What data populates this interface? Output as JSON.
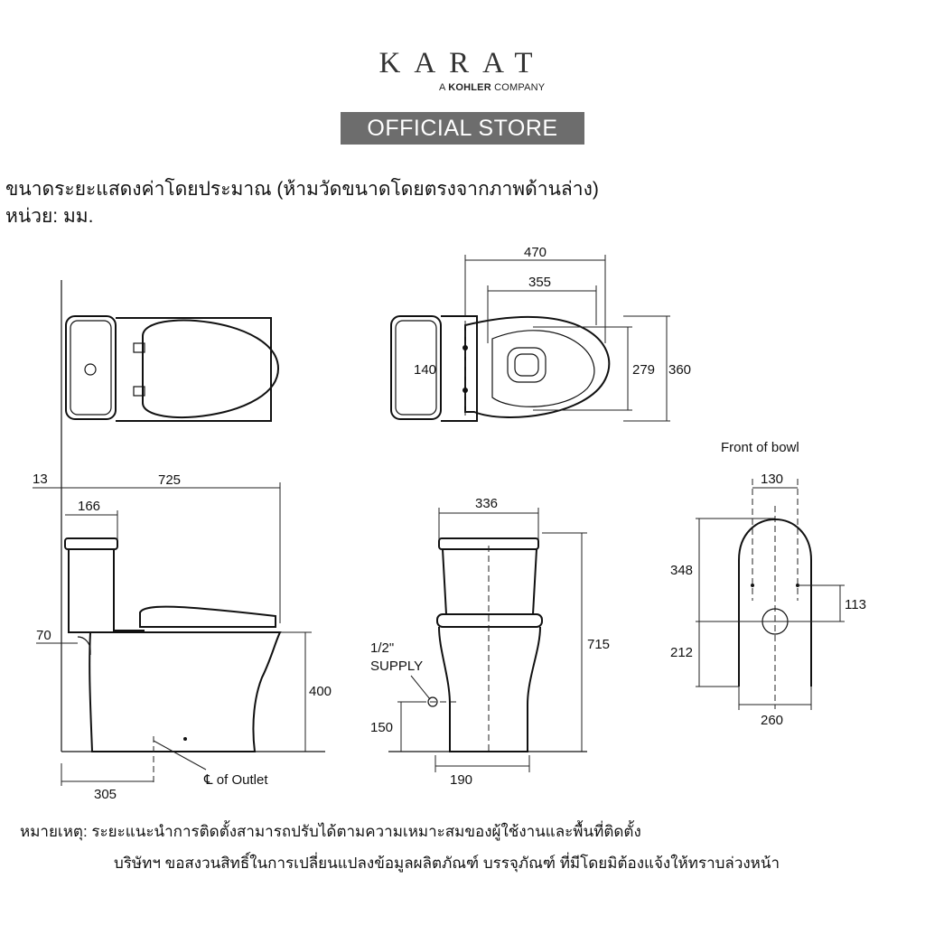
{
  "brand": {
    "name": "KARAT",
    "sub_prefix": "A",
    "sub_bold": "KOHLER",
    "sub_suffix": "COMPANY",
    "store": "OFFICIAL STORE"
  },
  "description": {
    "line1": "ขนาดระยะแสดงค่าโดยประมาณ (ห้ามวัดขนาดโดยตรงจากภาพด้านล่าง)",
    "line2": "หน่วย: มม."
  },
  "dimensions": {
    "top_width": "470",
    "top_inner": "355",
    "top_bolt": "140",
    "top_bowl_depth": "279",
    "top_depth": "360",
    "side_13": "13",
    "side_length": "725",
    "side_tank": "166",
    "side_70": "70",
    "side_400": "400",
    "side_305": "305",
    "outlet": "℄ of Outlet",
    "front_width": "336",
    "front_height": "715",
    "supply_size": "1/2\"",
    "supply_label": "SUPPLY",
    "front_150": "150",
    "front_base": "190",
    "bowl_title": "Front of bowl",
    "bowl_130": "130",
    "bowl_348": "348",
    "bowl_113": "113",
    "bowl_212": "212",
    "bowl_260": "260"
  },
  "notes": {
    "line1": "หมายเหตุ: ระยะแนะนำการติดตั้งสามารถปรับได้ตามความเหมาะสมของผู้ใช้งานและพื้นที่ติดตั้ง",
    "line2": "บริษัทฯ ขอสงวนสิทธิ์ในการเปลี่ยนแปลงข้อมูลผลิตภัณฑ์ บรรจุภัณฑ์ ที่มีโดยมิต้องแจ้งให้ทราบล่วงหน้า"
  }
}
